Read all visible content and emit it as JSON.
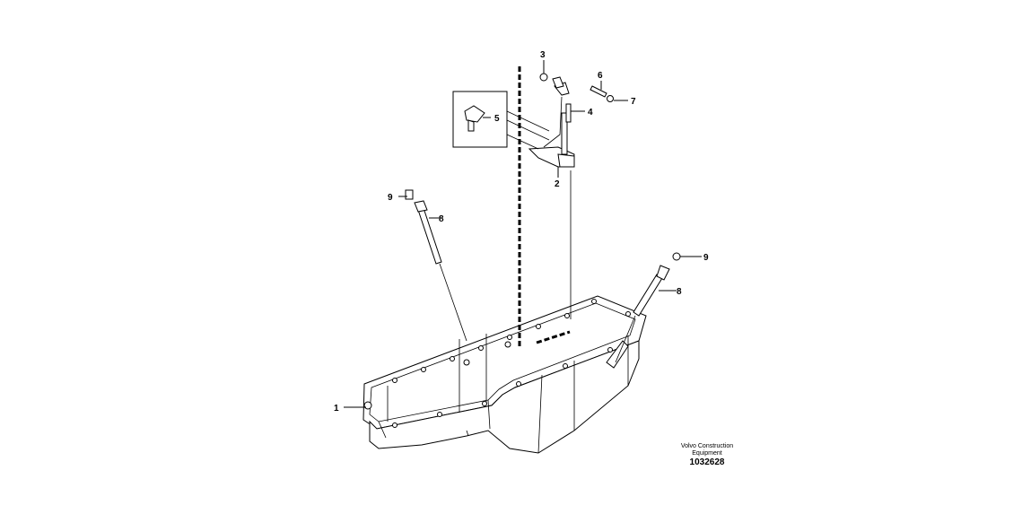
{
  "callouts": {
    "c1": "1",
    "c2": "2",
    "c3": "3",
    "c4": "4",
    "c5": "5",
    "c6": "6",
    "c7": "7",
    "c8_left": "8",
    "c8_right": "8",
    "c9_left": "9",
    "c9_right": "9"
  },
  "footer": {
    "brand_line1": "Volvo Construction",
    "brand_line2": "Equipment",
    "figure_number": "1032628"
  }
}
